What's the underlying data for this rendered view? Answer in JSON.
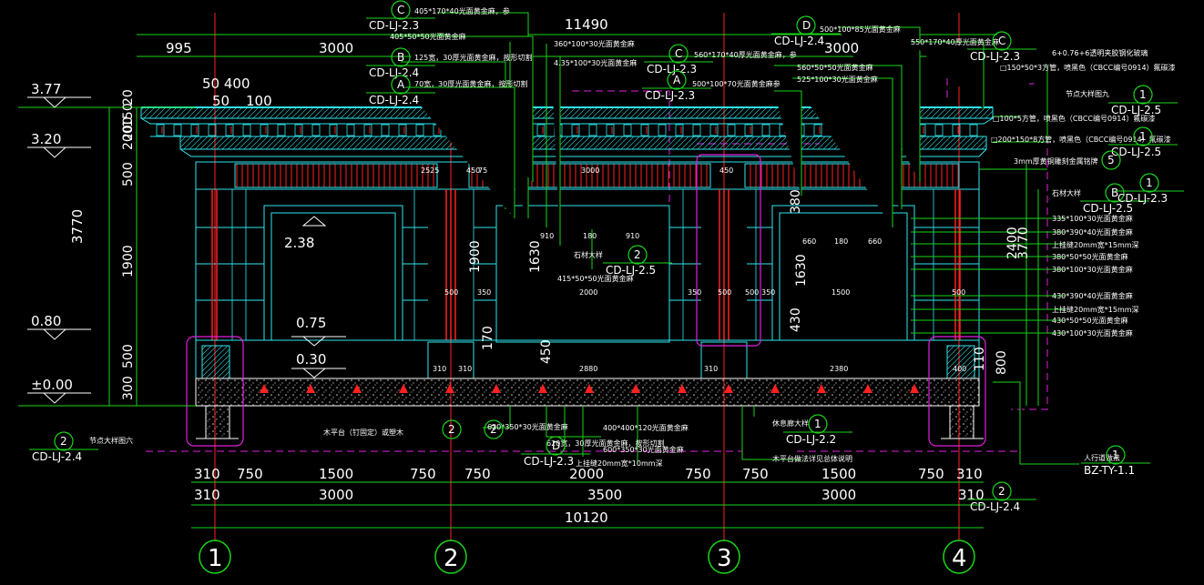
{
  "drawing": {
    "overall_width": "11490",
    "base_width": "10120",
    "total_height": "3770"
  },
  "levels": [
    "3.77",
    "3.20",
    "0.80",
    "±0.00",
    "2.38",
    "0.75",
    "0.30"
  ],
  "grid_labels": [
    "1",
    "2",
    "3",
    "4"
  ],
  "top_dims": [
    "995",
    "3000",
    "3000",
    "50 400",
    "50",
    "100"
  ],
  "bottom_dims_row1": [
    "310",
    "750",
    "1500",
    "750",
    "750",
    "2000",
    "750",
    "750",
    "1500",
    "750",
    "310"
  ],
  "bottom_dims_row2": [
    "310",
    "3000",
    "3500",
    "3000",
    "310"
  ],
  "left_dims": [
    "20",
    "150",
    "200",
    "500",
    "1900",
    "500",
    "300",
    "200"
  ],
  "inner_dims": [
    "2525",
    "450",
    "75",
    "3000",
    "450",
    "910",
    "910",
    "180",
    "2000",
    "660",
    "180",
    "660",
    "1500",
    "500",
    "350",
    "350",
    "500",
    "500",
    "350",
    "500",
    "310",
    "310",
    "2880",
    "310",
    "2380",
    "1630",
    "1630",
    "1900",
    "450",
    "400",
    "110",
    "800",
    "2400",
    "3770",
    "380",
    "430",
    "170"
  ],
  "notes": [
    "405*170*40光面黄金麻，参",
    "405*50*50光面黄金麻",
    "360*100*30光面黄金麻",
    "4.35*100*30光面黄金麻",
    "125宽，30厚光面黄金麻，按形切割",
    "70宽，30厚光面黄金麻，按形切割",
    "500*100*85光面黄金麻",
    "560*170*40厚光面黄金麻，参",
    "560*50*50光面黄金麻",
    "525*100*30光面黄金麻",
    "500*100*70光面黄金麻参",
    "550*170*40厚光面黄金麻",
    "6+0.76+6透明夹胶钢化玻璃",
    "□150*50*3方管，喷黑色（CBCC编号0914）氟碳漆",
    "节点大样图九",
    "□100*5方管，喷黑色（CBCC编号0914）氟碳漆",
    "□200*150*8方管，喷黑色（CBCC编号0914）氟碳漆",
    "3mm厚黄铜雕刻金属铭牌",
    "石材大样",
    "335*100*30光面黄金麻",
    "380*390*40光面黄金麻",
    "上挂缝20mm宽*15mm深",
    "380*50*50光面黄金麻",
    "380*100*30光面黄金麻",
    "430*390*40光面黄金麻",
    "上挂缝20mm宽*15mm深",
    "430*50*50光面黄金麻",
    "430*100*30光面黄金麻",
    "石材大样",
    "415*50*50光面黄金麻",
    "400*400*120光面黄金麻",
    "600*350*30光面黄金麻",
    "620*350*30光面黄金麻",
    "620宽，30厚光面黄金麻，按形切割",
    "上挂缝20mm宽*10mm深",
    "木平台（钉固定）或塑木",
    "休息廊大样",
    "木平台做法详见总体说明",
    "人行道做法",
    "节点大样图六"
  ],
  "refs": [
    {
      "top": "C",
      "bottom": "CD-LJ-2.3"
    },
    {
      "top": "B",
      "bottom": "CD-LJ-2.4"
    },
    {
      "top": "A",
      "bottom": "CD-LJ-2.4"
    },
    {
      "top": "D",
      "bottom": "CD-LJ-2.4"
    },
    {
      "top": "C",
      "bottom": "CD-LJ-2.3"
    },
    {
      "top": "A",
      "bottom": "CD-LJ-2.3"
    },
    {
      "top": "C",
      "bottom": "CD-LJ-2.3"
    },
    {
      "top": "1",
      "bottom": "CD-LJ-2.5"
    },
    {
      "top": "1",
      "bottom": "CD-LJ-2.5"
    },
    {
      "top": "B",
      "bottom": "CD-LJ-2.5"
    },
    {
      "top": "2",
      "bottom": "CD-LJ-2.5"
    },
    {
      "top": "2",
      "bottom": "CD-LJ-2.4"
    },
    {
      "top": "D",
      "bottom": "CD-LJ-2.3"
    },
    {
      "top": "1",
      "bottom": "CD-LJ-2.2"
    },
    {
      "top": "1",
      "bottom": "BZ-TY-1.1"
    },
    {
      "top": "2",
      "bottom": "CD-LJ-2.4"
    },
    {
      "top": "2",
      "bottom": ""
    },
    {
      "top": "2",
      "bottom": ""
    },
    {
      "top": "5",
      "bottom": ""
    },
    {
      "top": "1",
      "bottom": "CD-LJ-2.3"
    }
  ],
  "colors": {
    "background": "#000000",
    "cyan": "#2ee8f0",
    "green": "#19d619",
    "red": "#ff2020",
    "magenta": "#e020e0",
    "white": "#ffffff",
    "yellow": "#e8e830"
  }
}
